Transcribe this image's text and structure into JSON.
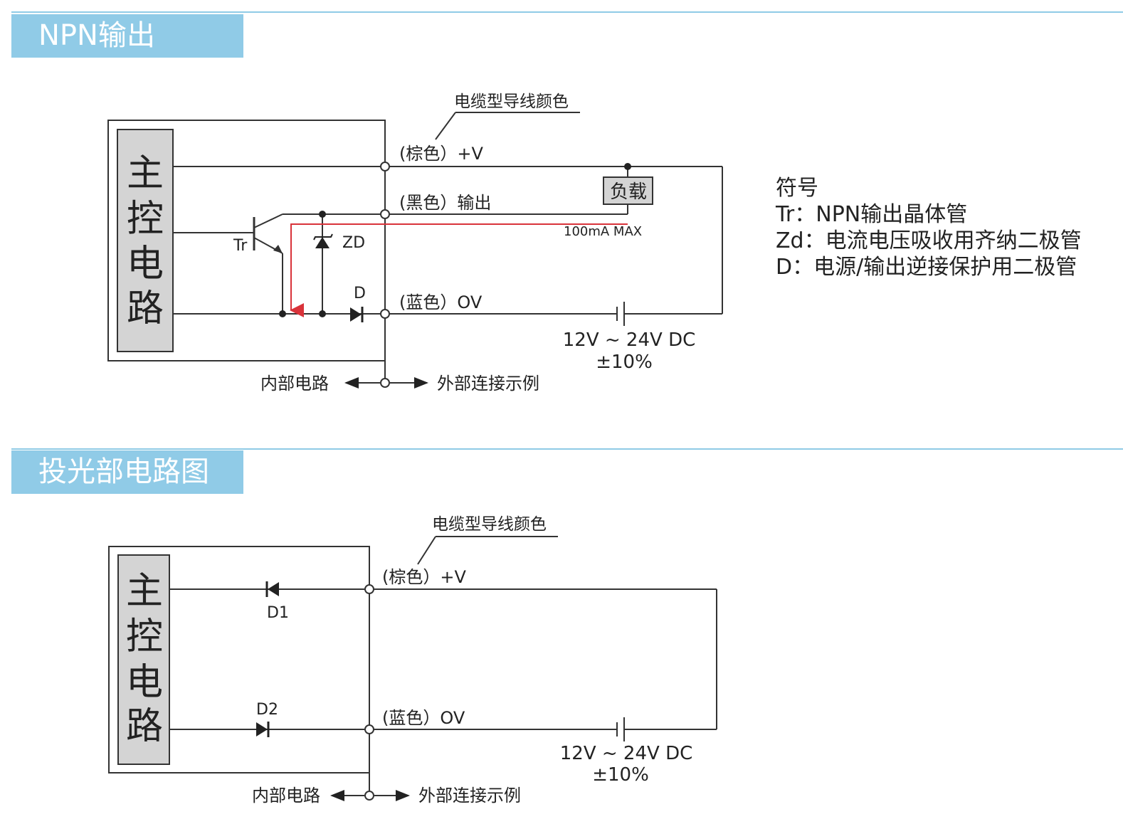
{
  "sections": [
    {
      "title": "NPN输出"
    },
    {
      "title": "投光部电路图"
    }
  ],
  "npn": {
    "cable_color_label": "电缆型导线颜色",
    "main_block": [
      "主",
      "控",
      "电",
      "路"
    ],
    "wire_brown": "(棕色）+V",
    "wire_black": "(黑色）输出",
    "wire_blue": "(蓝色）OV",
    "load": "负载",
    "tr_label": "Tr",
    "zd_label": "ZD",
    "d_label": "D",
    "max_current": "100mA MAX",
    "supply": "12V ~ 24V DC",
    "tolerance": "±10%",
    "internal": "内部电路",
    "external": "外部连接示例"
  },
  "legend": {
    "title": "符号",
    "items": [
      "Tr：NPN输出晶体管",
      "Zd：电流电压吸收用齐纳二极管",
      "D：电源/输出逆接保护用二极管"
    ]
  },
  "emitter": {
    "cable_color_label": "电缆型导线颜色",
    "main_block": [
      "主",
      "控",
      "电",
      "路"
    ],
    "wire_brown": "(棕色）+V",
    "wire_blue": "(蓝色）OV",
    "d1_label": "D1",
    "d2_label": "D2",
    "supply": "12V ~ 24V DC",
    "tolerance": "±10%",
    "internal": "内部电路",
    "external": "外部连接示例"
  },
  "colors": {
    "header_bg": "#90cbe7",
    "rule": "#8fcbe6",
    "current_path": "#d9333a",
    "block_fill": "#d4d4d4"
  }
}
